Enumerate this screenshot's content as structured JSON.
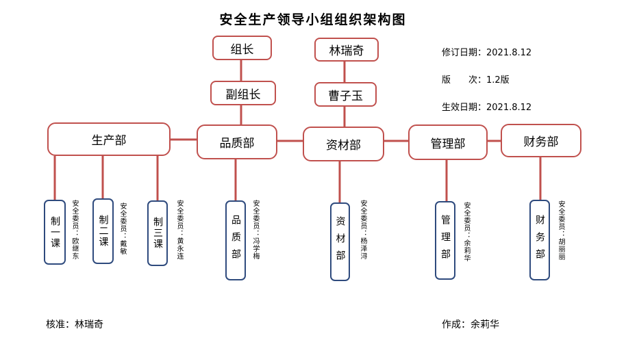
{
  "title": "安全生产领导小组组织架构图",
  "leaders": {
    "leader_title": "组长",
    "leader_name": "林瑞奇",
    "deputy_title": "副组长",
    "deputy_name": "曹子玉"
  },
  "info": {
    "revised_date": "修订日期：2021.8.12",
    "version": "版　　次：1.2版",
    "effective_date": "生效日期：2021.8.12"
  },
  "departments": [
    {
      "name": "生产部",
      "subunits": [
        {
          "unit": "制一课",
          "member": "安全委员：欧继东"
        },
        {
          "unit": "制二课",
          "member": "安全委员：戴敏"
        },
        {
          "unit": "制三课",
          "member": "安全委员：黄永连"
        }
      ]
    },
    {
      "name": "品质部",
      "subunits": [
        {
          "unit": "品质部",
          "member": "安全委员：冯学梅"
        }
      ]
    },
    {
      "name": "资材部",
      "subunits": [
        {
          "unit": "资材部",
          "member": "安全委员：杨泽浔"
        }
      ]
    },
    {
      "name": "管理部",
      "subunits": [
        {
          "unit": "管理部",
          "member": "安全委员：余莉华"
        }
      ]
    },
    {
      "name": "财务部",
      "subunits": [
        {
          "unit": "财务部",
          "member": "安全委员：胡丽丽"
        }
      ]
    }
  ],
  "footer": {
    "approved": "核准：林瑞奇",
    "prepared": "作成：余莉华"
  },
  "colors": {
    "box_border": "#c0504d",
    "connector": "#c0504d",
    "subunit_border": "#2e4a7d"
  }
}
